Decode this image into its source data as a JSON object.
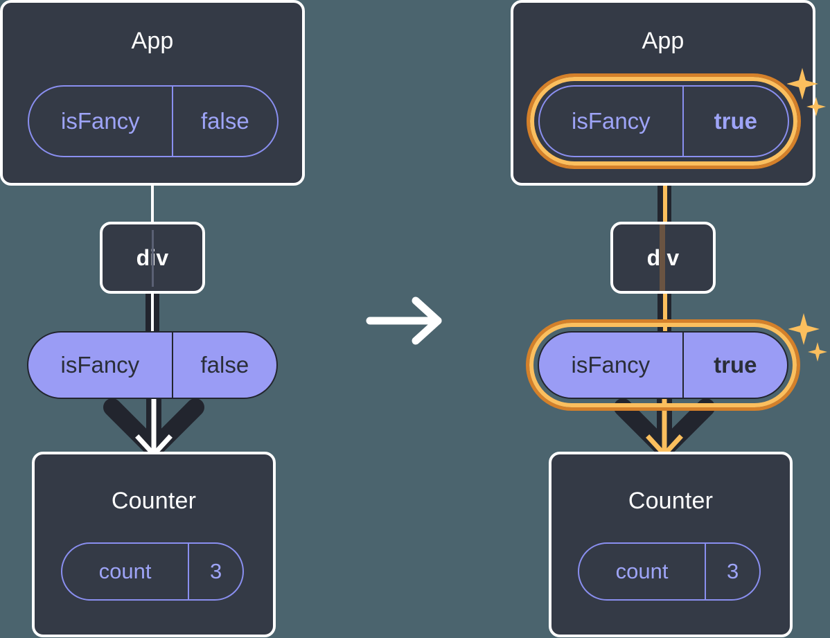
{
  "diagram": {
    "type": "react-component-tree-state-propagation",
    "background_color": "#4b646e",
    "transition_icon": "arrow-right-icon",
    "panels": [
      {
        "id": "before",
        "app": {
          "title": "App",
          "state_pill": {
            "name": "isFancy",
            "value": "false",
            "style": "ghost",
            "highlighted": false
          }
        },
        "div": {
          "label": "div"
        },
        "prop_pill": {
          "name": "isFancy",
          "value": "false",
          "style": "solid",
          "highlighted": false
        },
        "counter": {
          "title": "Counter",
          "state_pill": {
            "name": "count",
            "value": "3",
            "style": "ghost",
            "highlighted": false
          }
        }
      },
      {
        "id": "after",
        "app": {
          "title": "App",
          "state_pill": {
            "name": "isFancy",
            "value": "true",
            "style": "ghost",
            "highlighted": true
          }
        },
        "div": {
          "label": "div"
        },
        "prop_pill": {
          "name": "isFancy",
          "value": "true",
          "style": "solid",
          "highlighted": true
        },
        "counter": {
          "title": "Counter",
          "state_pill": {
            "name": "count",
            "value": "3",
            "style": "ghost",
            "highlighted": false
          }
        }
      }
    ],
    "colors": {
      "background": "#4b646e",
      "box_fill": "#343a46",
      "box_border": "#ffffff",
      "pill_purple": "#9a9cf5",
      "pill_outline": "#8a8ff0",
      "pill_text_light": "#9ea4f7",
      "pill_text_dark": "#2a2e38",
      "highlight_inner": "#fbbf5e",
      "highlight_outer": "#d4802a",
      "connector_dark": "#22252e",
      "connector_light": "#ffffff"
    },
    "decorations": {
      "sparkle_icon": "sparkles-icon",
      "sparkle_color": "#fbbf5e"
    }
  }
}
